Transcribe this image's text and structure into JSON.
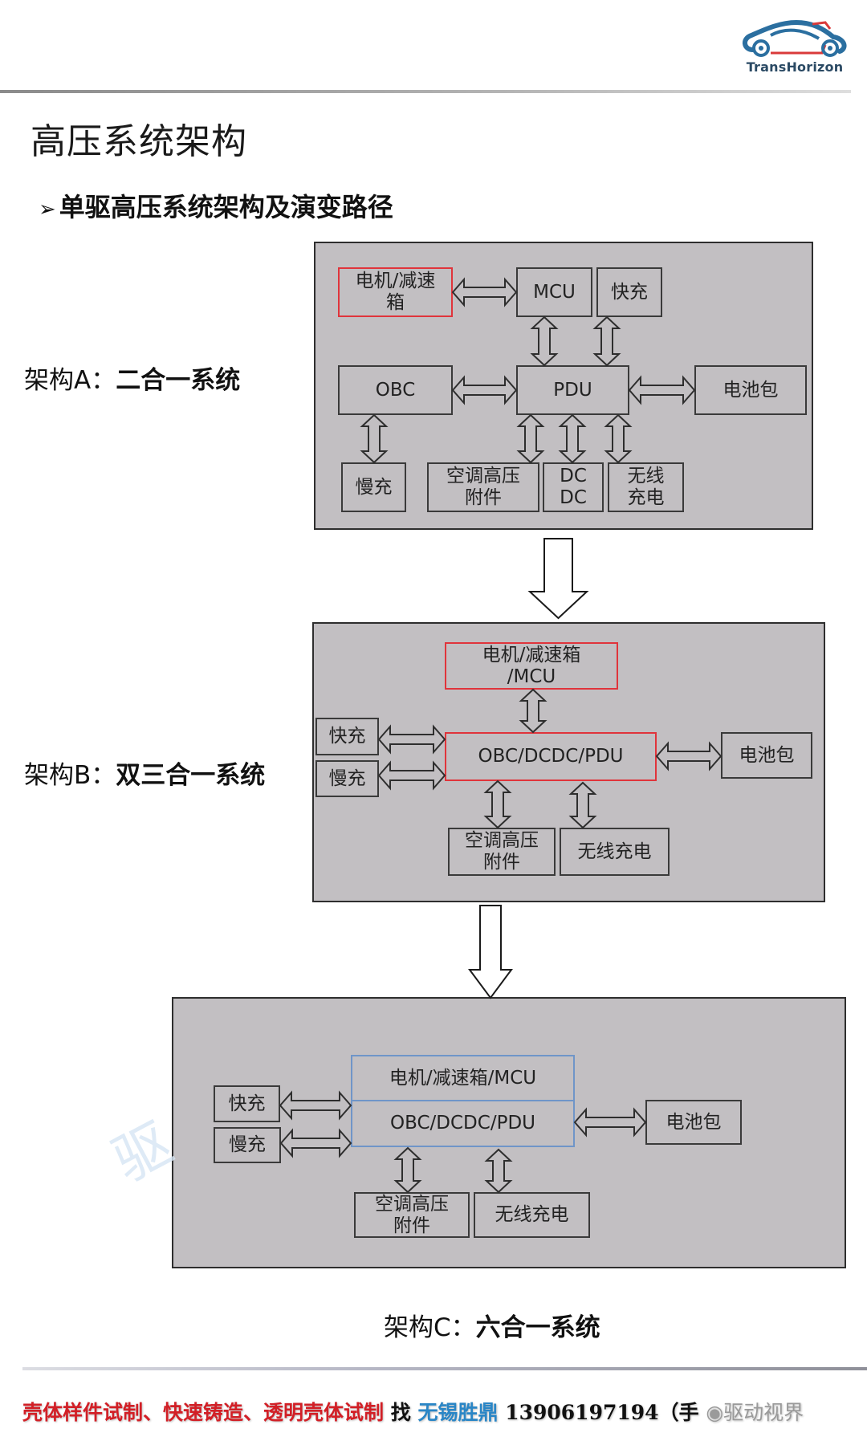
{
  "header": {
    "logo_text": "TransHorizon",
    "logo_icon": "car-wave-logo-icon",
    "brand_colors": {
      "blue": "#2b6fa0",
      "red": "#d93a3a"
    }
  },
  "page": {
    "title": "高压系统架构",
    "subtitle_bullet": "➢",
    "subtitle": "单驱高压系统架构及演变路径"
  },
  "architectures": [
    {
      "id": "A",
      "label_prefix": "架构A：",
      "label_name": "二合一系统",
      "nodes": {
        "motor_gearbox": "电机/减速\n箱",
        "mcu": "MCU",
        "fast_charge": "快充",
        "obc": "OBC",
        "pdu": "PDU",
        "battery_pack": "电池包",
        "slow_charge": "慢充",
        "ac_hv_accessories": "空调高压\n附件",
        "dcdc": "DC\nDC",
        "wireless_charge": "无线\n充电"
      }
    },
    {
      "id": "B",
      "label_prefix": "架构B：",
      "label_name": "双三合一系统",
      "nodes": {
        "motor_gearbox_mcu": "电机/减速箱\n/MCU",
        "obc_dcdc_pdu": "OBC/DCDC/PDU",
        "fast_charge": "快充",
        "slow_charge": "慢充",
        "battery_pack": "电池包",
        "ac_hv_accessories": "空调高压\n附件",
        "wireless_charge": "无线充电"
      }
    },
    {
      "id": "C",
      "label_prefix": "架构C：",
      "label_name": "六合一系统",
      "nodes": {
        "motor_gearbox_mcu": "电机/减速箱/MCU",
        "obc_dcdc_pdu": "OBC/DCDC/PDU",
        "fast_charge": "快充",
        "slow_charge": "慢充",
        "battery_pack": "电池包",
        "ac_hv_accessories": "空调高压\n附件",
        "wireless_charge": "无线充电"
      }
    }
  ],
  "colors": {
    "diagram_fill": "#c2bfc2",
    "highlight_red": "#e0343b",
    "highlight_blue": "#6f95c8"
  },
  "watermark": "驱",
  "footer": {
    "ad_text": "壳体样件试制、快速铸造、透明壳体试制",
    "connector": "找",
    "company": "无锡胜鼎",
    "phone": "13906197194",
    "paren": "（",
    "trailing_char": "手",
    "account_watermark": "驱动视界"
  }
}
